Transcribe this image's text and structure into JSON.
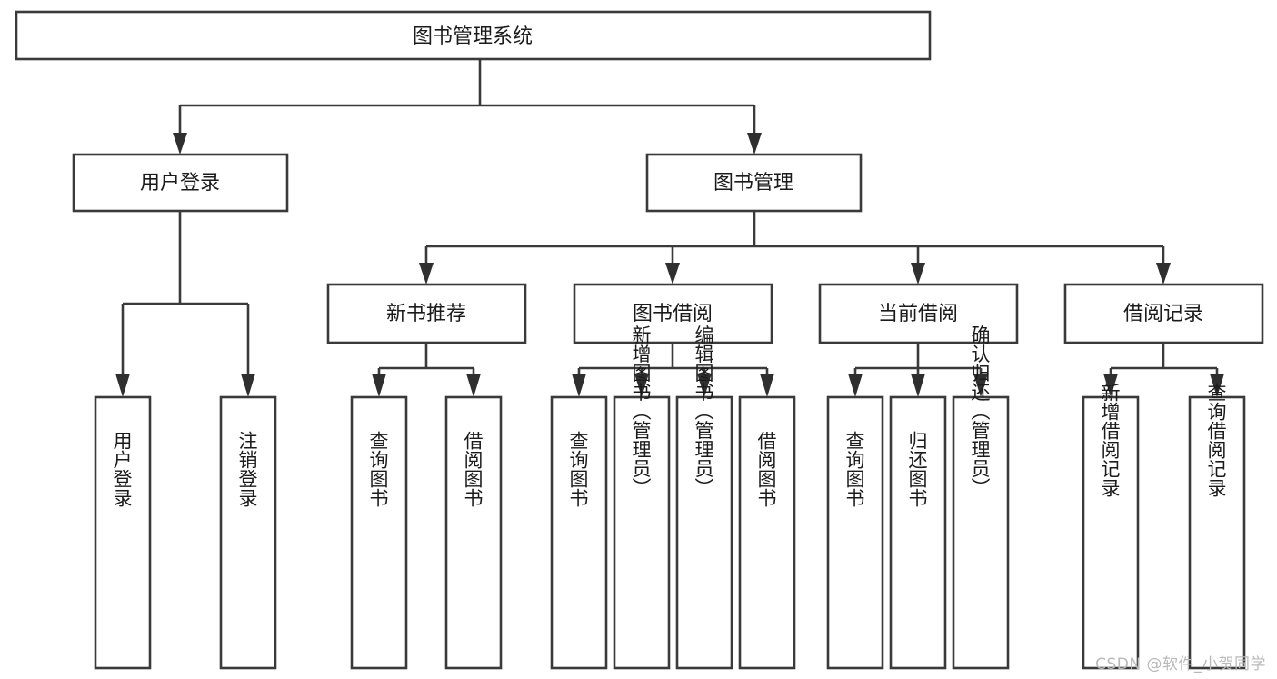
{
  "diagram": {
    "title": "图书管理系统",
    "watermark": "CSDN @软件_小贺同学",
    "colors": {
      "background": "#ffffff",
      "box_fill": "#ffffff",
      "box_stroke": "#3a3a3a",
      "line": "#3a3a3a",
      "text": "#1b1b1b",
      "watermark": "#b9b9b9"
    },
    "levels": {
      "root": {
        "label": "图书管理系统"
      },
      "level1": [
        {
          "label": "用户登录"
        },
        {
          "label": "图书管理"
        }
      ],
      "level2": [
        {
          "label": "新书推荐"
        },
        {
          "label": "图书借阅"
        },
        {
          "label": "当前借阅"
        },
        {
          "label": "借阅记录"
        }
      ],
      "leaves": {
        "user_login": [
          {
            "label": "用户登录"
          },
          {
            "label": "注销登录"
          }
        ],
        "new_book_recommend": [
          {
            "label": "查询图书"
          },
          {
            "label": "借阅图书"
          }
        ],
        "book_borrow": [
          {
            "label": "查询图书"
          },
          {
            "label": "新增图书（管理员）"
          },
          {
            "label": "编辑图书（管理员）"
          },
          {
            "label": "借阅图书"
          }
        ],
        "current_borrow": [
          {
            "label": "查询图书"
          },
          {
            "label": "归还图书"
          },
          {
            "label": "确认归还（管理员）"
          }
        ],
        "borrow_record": [
          {
            "label": "新增借阅记录"
          },
          {
            "label": "查询借阅记录"
          }
        ]
      }
    }
  }
}
